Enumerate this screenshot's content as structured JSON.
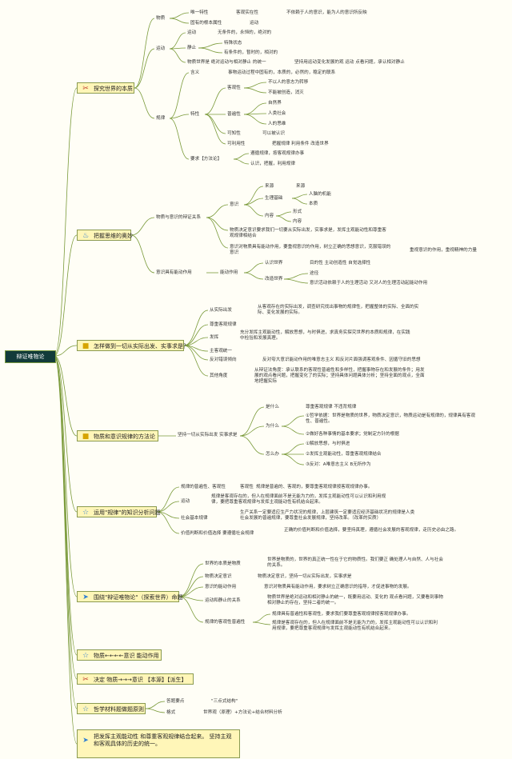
{
  "root": "辩证唯物论",
  "colors": {
    "line": "#7a9a3a",
    "box_fill": "#fff6b8",
    "root_fill": "#123b3a"
  },
  "branches": {
    "b1": {
      "title": "探究世界的本质",
      "icon": "tools-icon",
      "n1": "物质",
      "n1a": "唯一特性",
      "n1a1": "客观实在性",
      "n1a2": "不依赖于人的意识，能为人的意识所反映",
      "n1b": "固有的根本属性",
      "n1b1": "运动",
      "n2": "运动",
      "n2a": "运动",
      "n2a1": "无条件的，永恒的，绝对的",
      "n2b": "静止",
      "n2b1": "特殊状态",
      "n2b2": "有条件的，暂时的，相对的",
      "n2c": "物质世界是 绝对运动与相对静止 的统一",
      "n2c1": "坚持用运动变化发展的观 运动 点看问题，承认相对静止",
      "n3": "规律",
      "n3a": "含义",
      "n3a1": "事物运动过程中固有的，本质的，必然的，稳定的联系",
      "n3b": "特性",
      "n3b1": "客观性",
      "n3b1a": "不以人的意志为转移",
      "n3b1b": "不能被创造，消灭",
      "n3b2": "普遍性",
      "n3b2a": "自然界",
      "n3b2b": "人类社会",
      "n3b2c": "人的思维",
      "n3b3": "可知性",
      "n3b3a": "可以被认识",
      "n3b4": "可利用性",
      "n3b4a": "把握规律 利用条件 改造世界",
      "n3c": "要求【方法论】",
      "n3c1": "遵循规律，按客观规律办事",
      "n3c2": "认识，把握，利用规律"
    },
    "b2": {
      "title": "把握思维的奥妙",
      "icon": "fire-icon",
      "n1": "物质与意识的辩证关系",
      "n1a": "意识",
      "n1a1": "来源",
      "n1a1a": "来源",
      "n1a2": "生理基础",
      "n1a2a": "人脑的机能",
      "n1a2b": "本质",
      "n1a3": "内容",
      "n1a3a": "形式",
      "n1a3b": "内容",
      "n1b": "物质决定意识要求我们一切要从实际出发，实事求是，发挥主观能动性和尊重客观规律相结合",
      "n1c": "意识对物质具有能动作用，要重视意识的作用，树立正确的思想意识，克服错误的意识",
      "n1c1": "重视意识的作用，重视精神的力量",
      "n2": "意识具有能动作用",
      "n2a": "能动作用",
      "n2a1": "认识世界",
      "n2a1a": "目的性 主动创造性 自觉选择性",
      "n2a2": "改造世界",
      "n2a2a": "途径",
      "n2a2b": "意识活动依赖于人的生理活动 又对人的生理活动起能动作用"
    },
    "b3": {
      "title": "怎样做到一切从实际出发、实事求是？",
      "n1": "从实际出发",
      "n1a": "从客观存在的实际出发，调查研究找出事物的规律性，把握整体的实际、全面的实际、变化发展的实际。",
      "n2": "尊重客观规律",
      "n3": "发挥",
      "n3a": "充分发挥主观能动性，解放思想，与时俱进，求真务实探究世界的本质和规律，在实践中检验和发展真理。",
      "n4": "主客观统一",
      "n5": "反对错误倾向",
      "n5a": "反对夸大意识能动作用的唯意志主义 和反对片面强调客观条件、因循守旧的思想",
      "n6": "其他角度",
      "n6a": "从辩证法角度：承认联系的客观性普遍性和多样性，把握事物存在和发展的条件；用发展的观点看问题，把握变化了的实际；坚持具体问题具体分析；坚持全面的观点，全面地把握实际"
    },
    "b4": {
      "title": "物质和意识规律的方法论",
      "n1": "坚持一切从实际出发 实事求是",
      "n1a": "是什么",
      "n1a1": "尊重客观规律 不违背规律",
      "n1b": "为什么",
      "n1b1": "①哲学依据：世界是物质的世界，物质决定意识，物质运动是有规律的，规律具有客观性、普遍性。",
      "n1b2": "②做好各种事情的基本要求；党制定方针的根据",
      "n1c": "怎么办",
      "n1c1": "①解放思想，与时俱进",
      "n1c2": "②发挥主观能动性，尊重客观规律结合",
      "n1c3": "③反对：A唯意志主义 B无所作为"
    },
    "b5": {
      "title": "运用\"规律\"的知识分析问题",
      "icon": "star-icon",
      "n1": "规律的普遍性、客观性",
      "n1a": "客观性",
      "n1a1": "规律是普遍的、客观的，要尊重客观规律按客观规律办事。",
      "n2": "运动",
      "n2a": "规律是客观存在的，但人在规律面前不是无能为力的，发挥主观能动性可以认识和利用规律，要把尊重客观规律与发挥主观能动性有机结合起来。",
      "n3": "社会基本规律",
      "n3a": "生产关系一定要适应生产力状况的规律，上层建筑一定要适应经济基础状况的规律是人类社会发展的普遍规律，要尊重社会发展规律，坚持改革。（改革的实质）",
      "n4": "价值判断和价值选择 要遵循社会规律",
      "n4a": "正确的价值判断和价值选择，要坚持真理，遵循社会发展的客观规律，走历史必由之路。"
    },
    "b6": {
      "title": "围绕\"辩证唯物论\"（探索世界）命题",
      "n1": "世界的本质是物质",
      "n1a": "世界是物质的，世界的真正统一性在于它的物质性。我们要正 确处理人与自然、人与社会的关系。",
      "n2": "物质决定意识",
      "n2a": "物质决定意识，坚持一切从实际出发，实事求是",
      "n3": "意识的能动作用",
      "n3a": "意识对物质具有能动作用，要求树立正确意识的指导，才促进事物的发展。",
      "n4": "运动和静止的关系",
      "n4a": "物质世界是绝对运动和相对静止的统一，既要用运动、变化的 观点看问题，又要看到事物相对静止的存在，坚持二者的统一。",
      "n5": "规律的客观性普遍性",
      "n5a": "规律具有普遍性和客观性，要求我们要尊重客观规律按客观规律办事。",
      "n5b": "规律是客观存在的，但人在规律面前不是无能为力的，发挥主观能动性可以认识和利用规律，要把尊重客观规律与发挥主观能动性有机结合起来。"
    },
    "b7": {
      "title": "物质←←←←意识 能动作用",
      "icon": "star-icon"
    },
    "b8": {
      "title": "决定 物质→→→意识 【本源】【派生】",
      "icon": "tools-icon"
    },
    "b9": {
      "title": "哲学材料题做题原则",
      "icon": "star-icon",
      "n1": "答题要点",
      "n1a": "\"三点式结构\"",
      "n2": "格式",
      "n2a": "世界观（原理）+方法论+结合材料分析"
    },
    "b10": {
      "title": "把发挥主观能动性 和尊重客观规律结合起来。 坚持主观和客观具体的历史的统一。",
      "icon": "send-icon"
    }
  }
}
